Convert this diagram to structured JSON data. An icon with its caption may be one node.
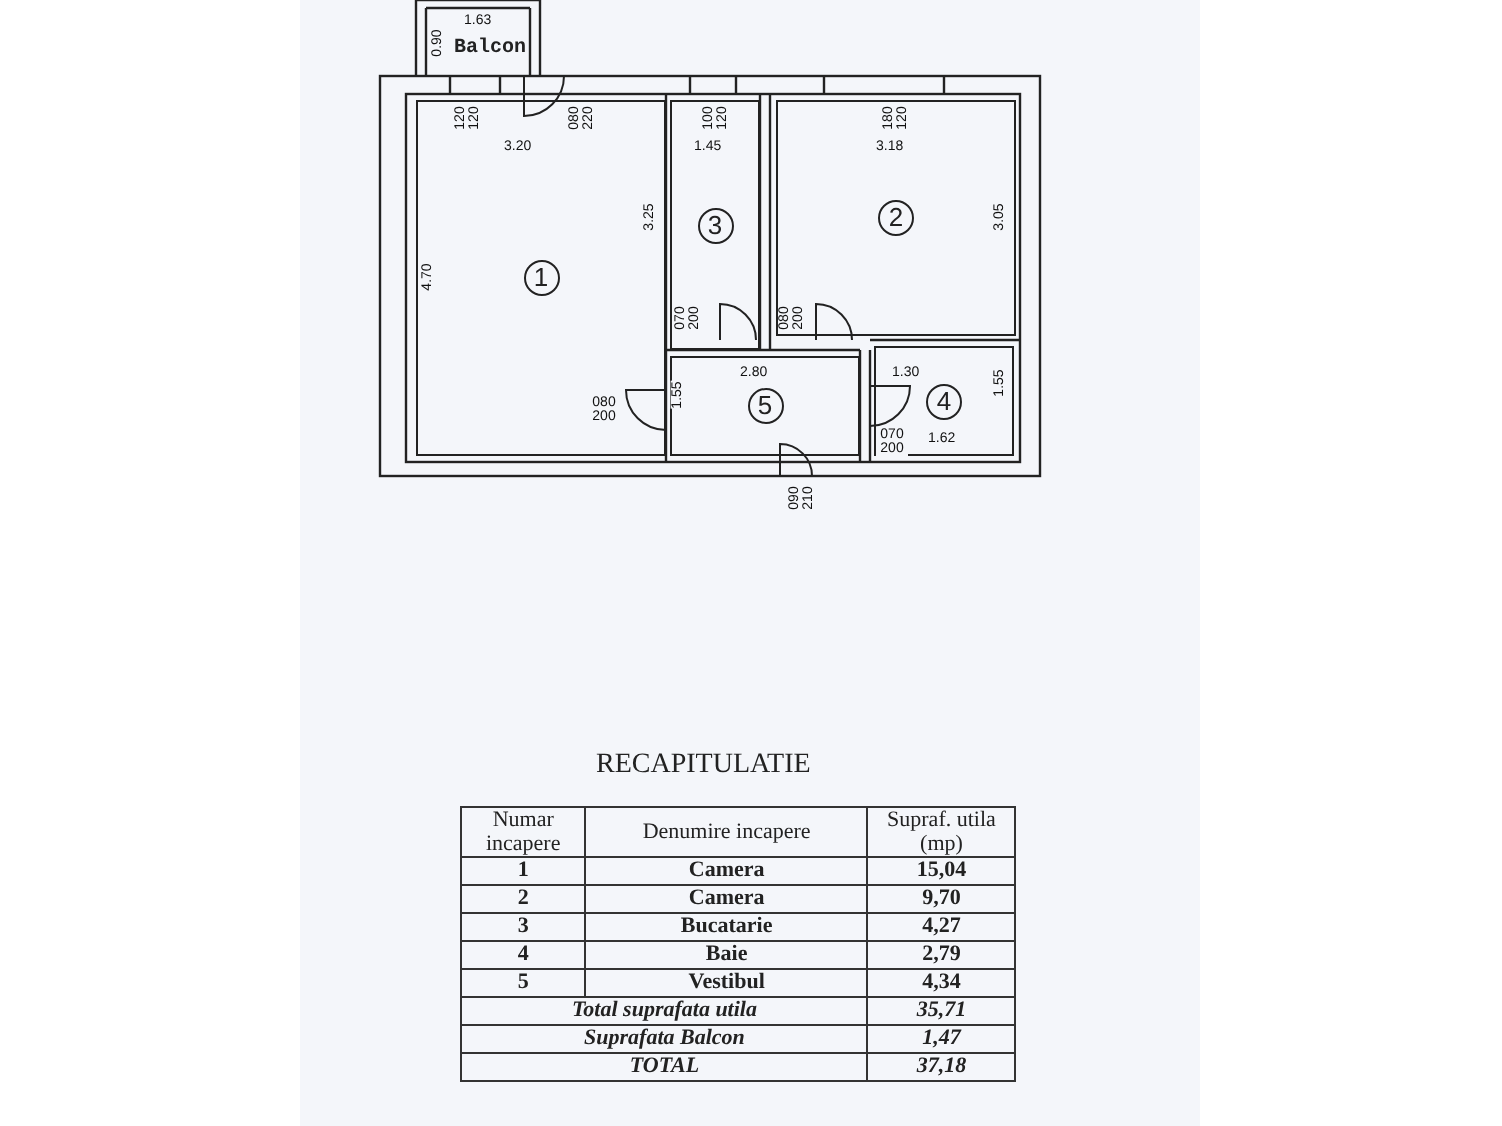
{
  "diagram": {
    "nodes": [
      {
        "text": [
          "Balcon"
        ]
      },
      {
        "text": [
          "1"
        ]
      },
      {
        "text": [
          "3"
        ]
      },
      {
        "text": [
          "2"
        ]
      },
      {
        "text": [
          "5"
        ]
      },
      {
        "text": [
          "4"
        ]
      }
    ],
    "labels": [
      "1.63",
      "0.90",
      "120 120",
      "080 220",
      "100 120",
      "180 120",
      "3.20",
      "1.45",
      "3.18",
      "4.70",
      "3.25",
      "3.05",
      "070 200",
      "080 200",
      "2.80",
      "080 200",
      "1.55",
      "1.30",
      "070 200",
      "1.62",
      "1.55",
      "090 210",
      "RECAPITULATIE",
      "Numar incapere",
      "Denumire incapere",
      "Supraf. utila (mp)",
      "1",
      "Camera",
      "15,04",
      "2",
      "Camera",
      "9,70",
      "3",
      "Bucatarie",
      "4,27",
      "4",
      "Baie",
      "2,79",
      "5",
      "Vestibul",
      "4,34",
      "Total suprafata utila",
      "35,71",
      "Suprafata Balcon",
      "1,47",
      "TOTAL",
      "37,18"
    ]
  }
}
